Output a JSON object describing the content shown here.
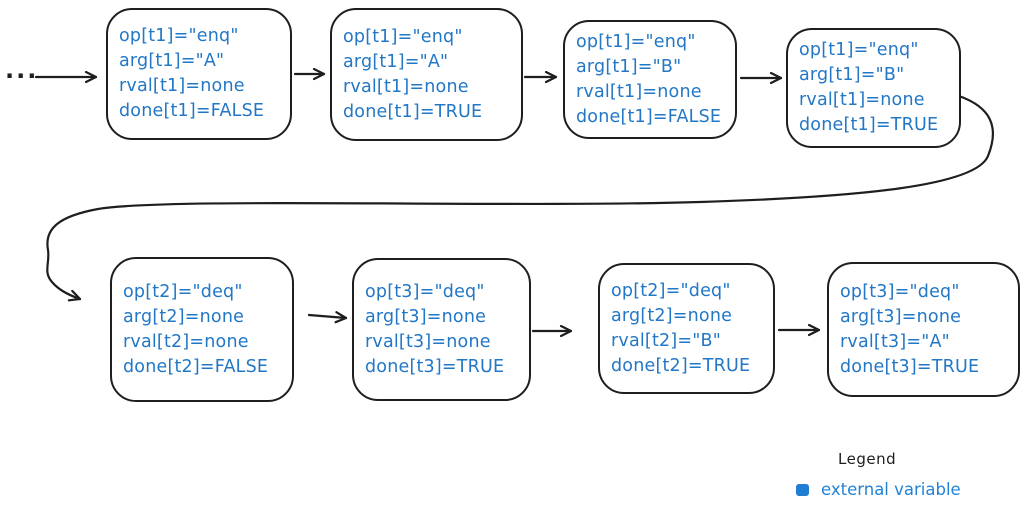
{
  "diagram": {
    "ellipsis": "...",
    "colors": {
      "stroke": "#1e1e1e",
      "state_text": "#2277c6",
      "legend_swatch": "#1f7dd4",
      "legend_label": "#2283d6",
      "background": "#ffffff"
    },
    "nodes": [
      {
        "id": "state-1",
        "lines": [
          "op[t1]=\"enq\"",
          "arg[t1]=\"A\"",
          "rval[t1]=none",
          "done[t1]=FALSE"
        ]
      },
      {
        "id": "state-2",
        "lines": [
          "op[t1]=\"enq\"",
          "arg[t1]=\"A\"",
          "rval[t1]=none",
          "done[t1]=TRUE"
        ]
      },
      {
        "id": "state-3",
        "lines": [
          "op[t1]=\"enq\"",
          "arg[t1]=\"B\"",
          "rval[t1]=none",
          "done[t1]=FALSE"
        ]
      },
      {
        "id": "state-4",
        "lines": [
          "op[t1]=\"enq\"",
          "arg[t1]=\"B\"",
          "rval[t1]=none",
          "done[t1]=TRUE"
        ]
      },
      {
        "id": "state-5",
        "lines": [
          "op[t2]=\"deq\"",
          "arg[t2]=none",
          "rval[t2]=none",
          "done[t2]=FALSE"
        ]
      },
      {
        "id": "state-6",
        "lines": [
          "op[t3]=\"deq\"",
          "arg[t3]=none",
          "rval[t3]=none",
          "done[t3]=TRUE"
        ]
      },
      {
        "id": "state-7",
        "lines": [
          "op[t2]=\"deq\"",
          "arg[t2]=none",
          "rval[t2]=\"B\"",
          "done[t2]=TRUE"
        ]
      },
      {
        "id": "state-8",
        "lines": [
          "op[t3]=\"deq\"",
          "arg[t3]=none",
          "rval[t3]=\"A\"",
          "done[t3]=TRUE"
        ]
      }
    ],
    "legend": {
      "title": "Legend",
      "items": [
        {
          "swatch_color": "#1f7dd4",
          "label": "external variable"
        }
      ]
    }
  }
}
